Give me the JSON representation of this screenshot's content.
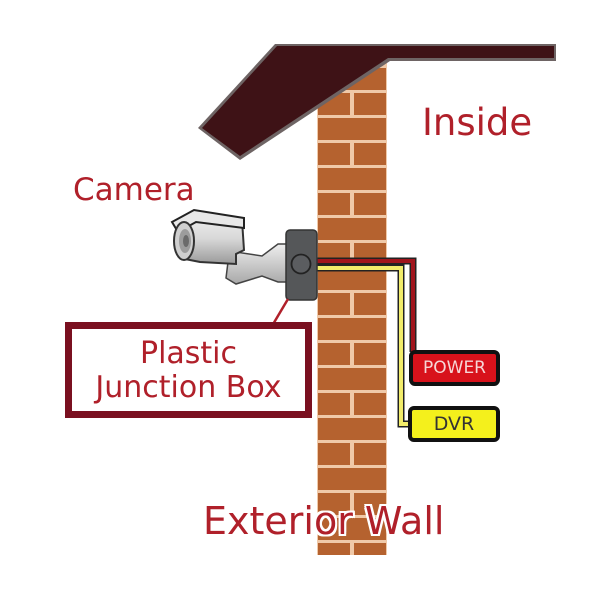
{
  "diagram": {
    "labels": {
      "inside": "Inside",
      "camera": "Camera",
      "junction_box_line1": "Plastic",
      "junction_box_line2": "Junction Box",
      "exterior_wall": "Exterior Wall"
    },
    "tags": {
      "power": "POWER",
      "dvr": "DVR"
    },
    "colors": {
      "label_text": "#b0202a",
      "label_box_border": "#7a1020",
      "roof": "#3e1216",
      "roof_edge": "#6e6464",
      "brick": "#b5622f",
      "mortar": "#f0c9a8",
      "junction_box": "#555759",
      "power_wire": "#a0141c",
      "dvr_wire": "#f2ec6a",
      "power_tag": "#d8121b",
      "dvr_tag": "#f4f01c"
    },
    "icons": {
      "camera": "bullet-camera-icon",
      "junction_box": "junction-box-icon"
    }
  }
}
